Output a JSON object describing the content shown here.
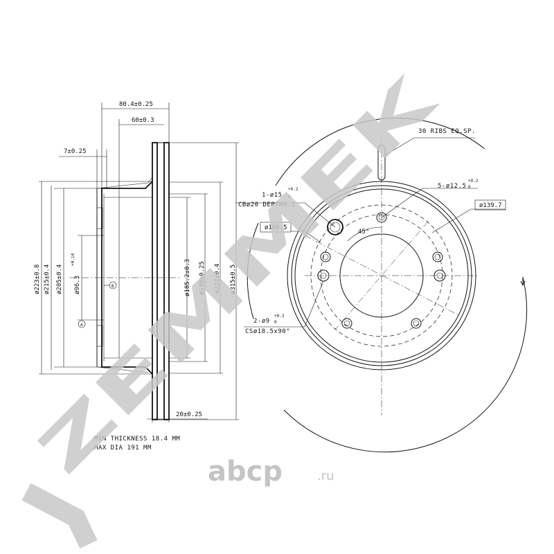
{
  "watermark": {
    "text": "ZEMMEK",
    "color": "#c8c8c8"
  },
  "logo": {
    "main": "abcp",
    "suffix": ".ru"
  },
  "side_view": {
    "dims": {
      "width_total": "80.4±0.25",
      "width_hat": "60±0.3",
      "offset": "7±0.25",
      "friction_ring": "20±0.25",
      "d223": "ø223±0.8",
      "d215": "ø215±0.4",
      "d205": "ø205±0.4",
      "d96": "ø96.3",
      "d96_tol": "+0.14",
      "d185": "ø185.2±0.3",
      "d190": "ø190±0.25",
      "d222": "ø222±0.4",
      "d315": "ø315±0.5"
    },
    "datum_a": "A",
    "datum_b": "B"
  },
  "front_view": {
    "ribs": "30 RIBS EQ.SP.",
    "hole_main": "1-ø15",
    "hole_main_tol_top": "+0.2",
    "hole_main_tol_bottom": "0",
    "cb": "CBø20 DEPTH4.1",
    "bolt_holes": "5-ø12.5",
    "bolt_tol_top": "+0.2",
    "bolt_tol_bottom": "0",
    "pcd": "ø139.7",
    "inner_circle": "ø160.5",
    "angle": "45°",
    "small_holes": "2-ø9",
    "small_tol_top": "+0.3",
    "small_tol_bottom": "0",
    "cs": "CSø18.5x90°"
  },
  "notes": {
    "min_thickness": "MIN THICKNESS 18.4 MM",
    "max_dia": "MAX DIA 191 MM"
  }
}
